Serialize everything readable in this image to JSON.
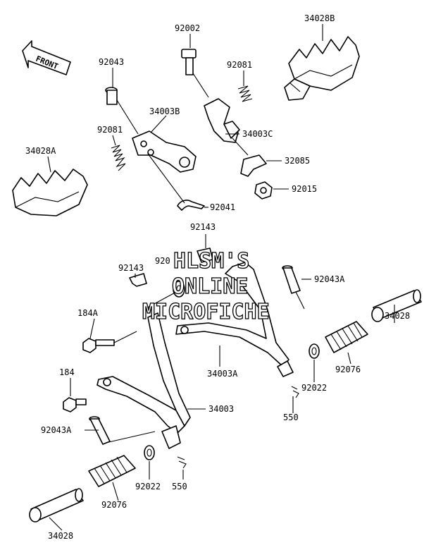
{
  "watermark": {
    "line1": "HLSM'S",
    "line2": "ONLINE",
    "line3": "MICROFICHE"
  },
  "front_arrow": {
    "label": "FRONT"
  },
  "labels": {
    "p34028B": "34028B",
    "p92002": "92002",
    "p92043": "92043",
    "p92081a": "92081",
    "p34003B": "34003B",
    "p92081b": "92081",
    "p34003C": "34003C",
    "p34028A": "34028A",
    "p32085": "32085",
    "p92015": "92015",
    "p92041": "92041",
    "p92143a": "92143",
    "p920xx": "920",
    "p92143b": "92143",
    "p92043A_top": "92043A",
    "p184A": "184A",
    "p34028_right": "34028",
    "p92076_right": "92076",
    "p34003A": "34003A",
    "p92022_right": "92022",
    "p184": "184",
    "p550_right": "550",
    "p34003": "34003",
    "p92043A_left": "92043A",
    "p92022_left": "92022",
    "p550_left": "550",
    "p92076_left": "92076",
    "p34028_bottom": "34028"
  }
}
